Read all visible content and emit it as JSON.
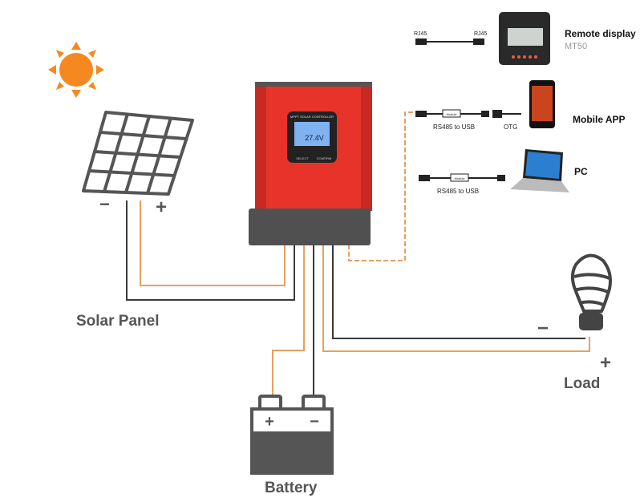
{
  "labels": {
    "solar_panel": "Solar Panel",
    "battery": "Battery",
    "load": "Load",
    "minus": "−",
    "plus": "+"
  },
  "controller": {
    "title": "MPPT SOLAR CONTROLLER",
    "lcd_value": "27.4V",
    "select": "SELECT",
    "confirm": "CONFIRM"
  },
  "comm": {
    "remote": {
      "title": "Remote display",
      "model": "MT50",
      "rj45_left": "RJ45",
      "rj45_right": "RJ45"
    },
    "mobile": {
      "title": "Mobile APP",
      "cable": "RS485 to USB",
      "module": "Module",
      "otg": "OTG"
    },
    "pc": {
      "title": "PC",
      "cable": "RS485 to USB",
      "module": "Module"
    }
  },
  "colors": {
    "orange_wire": "#e8a060",
    "dark_wire": "#3a3a3a",
    "controller_red": "#e8332b",
    "controller_gray": "#505050",
    "sun": "#f5891f",
    "label": "#555555"
  }
}
